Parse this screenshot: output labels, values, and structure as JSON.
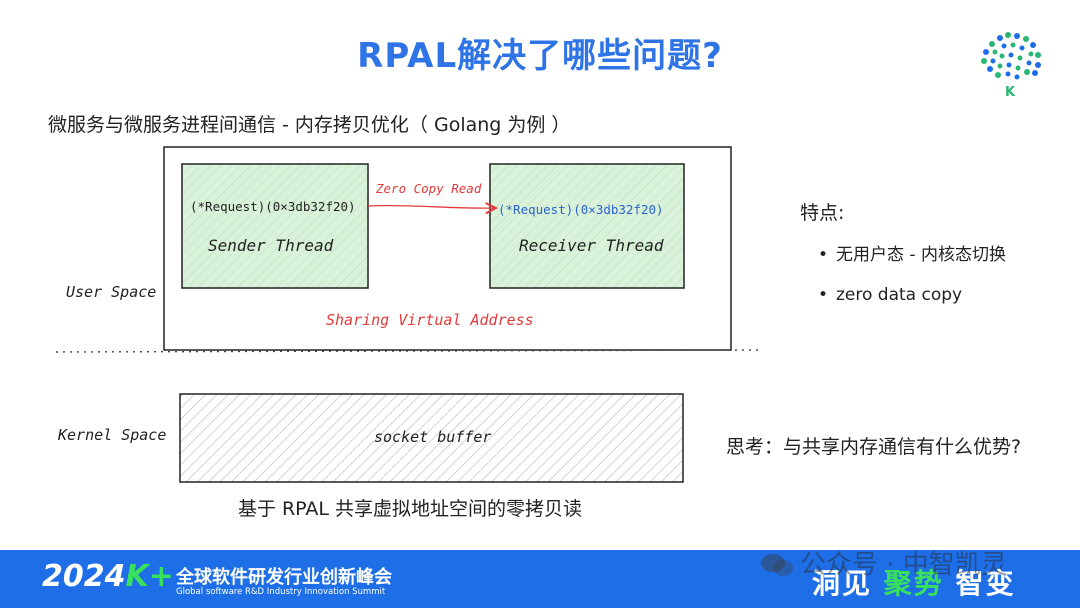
{
  "title": "RPAL解决了哪些问题?",
  "subtitle": "微服务与微服务进程间通信 -  内存拷贝优化（ Golang 为例 ）",
  "diagram": {
    "sender_request": "(*Request)(0×3db32f20)",
    "sender_label": "Sender Thread",
    "receiver_request": "(*Request)(0×3db32f20)",
    "receiver_label": "Receiver Thread",
    "arrow_label": "Zero Copy Read",
    "shared_label": "Sharing Virtual Address",
    "user_space": "User Space",
    "kernel_space": "Kernel Space",
    "socket_buffer": "socket buffer",
    "caption": "基于 RPAL 共享虚拟地址空间的零拷贝读"
  },
  "features": {
    "title": "特点:",
    "items": [
      "无用户态 - 内核态切换",
      "zero data copy"
    ]
  },
  "question": "思考：与共享内存通信有什么优势?",
  "logo_letter": "K",
  "footer": {
    "year": "2024",
    "k": "K+",
    "name_cn": "全球软件研发行业创新峰会",
    "name_en": "Global software R&D Industry Innovation Summit",
    "slogan_a": "洞见",
    "slogan_b": "聚势",
    "slogan_c": "智变"
  },
  "watermark": "公众号 · 中智凯灵",
  "colors": {
    "title_blue": "#2f74e6",
    "box_fill": "#daf2da",
    "arrow_red": "#e23b3b",
    "footer_blue": "#1e6ee8",
    "accent_green": "#38e05e"
  }
}
